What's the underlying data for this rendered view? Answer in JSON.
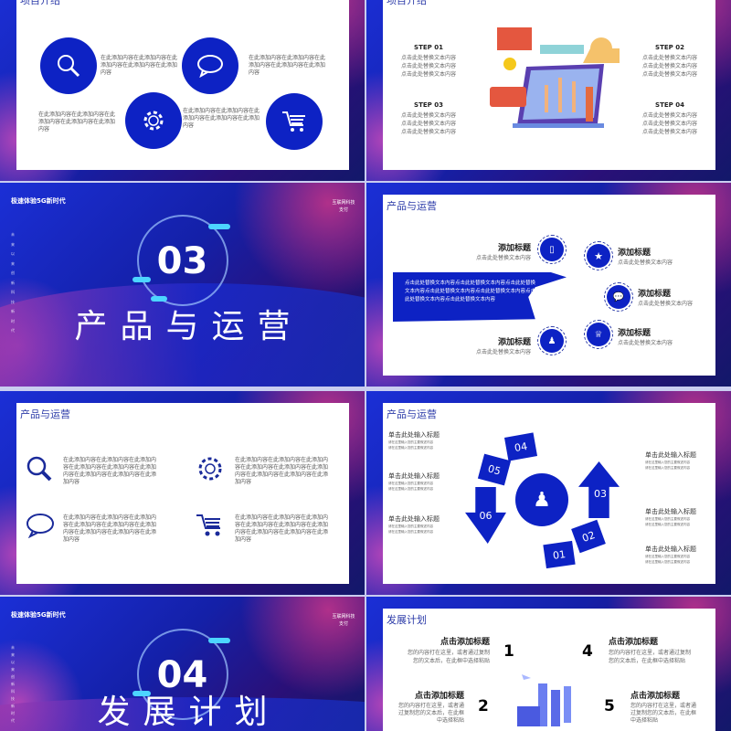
{
  "slides": {
    "s1": {
      "title": "项目介绍",
      "items": [
        "在此添加内容在此添加内容在此添加内容在此添加内容在此添加内容",
        "在此添加内容在此添加内容在此添加内容在此添加内容在此添加内容",
        "在此添加内容在此添加内容在此添加内容在此添加内容在此添加内容",
        "在此添加内容在此添加内容在此添加内容在此添加内容在此添加内容"
      ],
      "icons": [
        "search-icon",
        "chat-icon",
        "gear-icon",
        "cart-icon"
      ]
    },
    "s2": {
      "title": "项目介绍",
      "steps": [
        {
          "label": "STEP 01",
          "lines": [
            "点击此处替换文本内容",
            "点击此处替换文本内容",
            "点击此处替换文本内容"
          ]
        },
        {
          "label": "STEP 02",
          "lines": [
            "点击此处替换文本内容",
            "点击此处替换文本内容",
            "点击此处替换文本内容"
          ]
        },
        {
          "label": "STEP 03",
          "lines": [
            "点击此处替换文本内容",
            "点击此处替换文本内容",
            "点击此处替换文本内容"
          ]
        },
        {
          "label": "STEP 04",
          "lines": [
            "点击此处替换文本内容",
            "点击此处替换文本内容",
            "点击此处替换文本内容"
          ]
        }
      ]
    },
    "s3": {
      "tag": "极速体验5G新时代",
      "number": "03",
      "title": "产品与运营",
      "vertical": "未来以来创新科技新时代",
      "right": "互联网科技 支付"
    },
    "s4": {
      "title": "产品与运营",
      "banner": "点击此处替换文本内容点击此处替换文本内容点击此处替换文本内容点击此处替换文本内容点击此处替换文本内容点击此处替换文本内容点击此处替换文本内容",
      "items": [
        {
          "h": "添加标题",
          "s": "点击此处替换文本内容"
        },
        {
          "h": "添加标题",
          "s": "点击此处替换文本内容"
        },
        {
          "h": "添加标题",
          "s": "点击此处替换文本内容"
        },
        {
          "h": "添加标题",
          "s": "点击此处替换文本内容"
        },
        {
          "h": "添加标题",
          "s": "点击此处替换文本内容"
        }
      ]
    },
    "s5": {
      "title": "产品与运营",
      "items": [
        "在此添加内容在此添加内容在此添加内容在此添加内容在此添加内容在此添加内容在此添加内容在此添加内容在此添加内容",
        "在此添加内容在此添加内容在此添加内容在此添加内容在此添加内容在此添加内容在此添加内容在此添加内容在此添加内容",
        "在此添加内容在此添加内容在此添加内容在此添加内容在此添加内容在此添加内容在此添加内容在此添加内容在此添加内容",
        "在此添加内容在此添加内容在此添加内容在此添加内容在此添加内容在此添加内容在此添加内容在此添加内容在此添加内容"
      ]
    },
    "s6": {
      "title": "产品与运营",
      "numbers": [
        "01",
        "02",
        "03",
        "04",
        "05",
        "06"
      ],
      "label": "单击此处输入标题",
      "desc": "请在这里输入您的主要叙述内容",
      "labels": [
        {
          "h": "单击此处输入标题",
          "d1": "请在这里输入您的主要叙述内容",
          "d2": "请在这里输入您的主要叙述内容"
        },
        {
          "h": "单击此处输入标题",
          "d1": "请在这里输入您的主要叙述内容",
          "d2": "请在这里输入您的主要叙述内容"
        },
        {
          "h": "单击此处输入标题",
          "d1": "请在这里输入您的主要叙述内容",
          "d2": "请在这里输入您的主要叙述内容"
        },
        {
          "h": "单击此处输入标题",
          "d1": "请在这里输入您的主要叙述内容",
          "d2": "请在这里输入您的主要叙述内容"
        },
        {
          "h": "单击此处输入标题",
          "d1": "请在这里输入您的主要叙述内容",
          "d2": "请在这里输入您的主要叙述内容"
        },
        {
          "h": "单击此处输入标题",
          "d1": "请在这里输入您的主要叙述内容",
          "d2": "请在这里输入您的主要叙述内容"
        }
      ]
    },
    "s7": {
      "tag": "极速体验5G新时代",
      "number": "04",
      "title": "发展计划",
      "vertical": "未来以来创新科技新时代",
      "right": "互联网科技 支付"
    },
    "s8": {
      "title": "发展计划",
      "items": [
        {
          "n": "1",
          "h": "点击添加标题",
          "d": "您的内容打在这里，或者通过复制您的文本后，在此框中选择粘贴"
        },
        {
          "n": "2",
          "h": "点击添加标题",
          "d": "您的内容打在这里，或者通过复制您的文本后，在此框中选择粘贴"
        },
        {
          "n": "4",
          "h": "点击添加标题",
          "d": "您的内容打在这里，或者通过复制您的文本后，在此框中选择粘贴"
        },
        {
          "n": "5",
          "h": "点击添加标题",
          "d": "您的内容打在这里，或者通过复制您的文本后，在此框中选择粘贴"
        }
      ]
    }
  },
  "colors": {
    "accent": "#0d22c4",
    "title": "#2b3aa8"
  }
}
